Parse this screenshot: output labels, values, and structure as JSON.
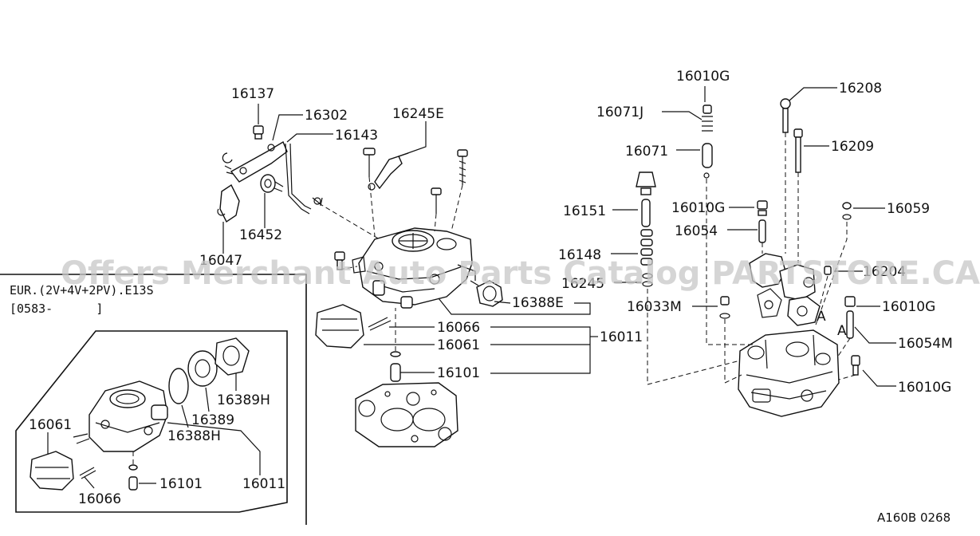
{
  "watermark": "Offers Merchant Auto Parts Catalog PARTSTORE.CA",
  "diagram_code": "A160B 0268",
  "inset": {
    "spec": "EUR.(2V+4V+2PV).E13S",
    "date_range": "[0583-      ]"
  },
  "callouts": {
    "c16137": "16137",
    "c16302": "16302",
    "c16143": "16143",
    "c16245e": "16245E",
    "c16452": "16452",
    "c16047": "16047",
    "c16388e": "16388E",
    "c16066": "16066",
    "c16061": "16061",
    "c16011": "16011",
    "c16101": "16101",
    "c16010g_top": "16010G",
    "c16071j": "16071J",
    "c16071": "16071",
    "c16151": "16151",
    "c16010g_mid": "16010G",
    "c16054": "16054",
    "c16148": "16148",
    "c16245": "16245",
    "c16033m": "16033M",
    "c16208": "16208",
    "c16209": "16209",
    "c16059": "16059",
    "c16204": "16204",
    "c16010g_right": "16010G",
    "c16054m": "16054M",
    "c16010g_bottom": "16010G",
    "marker_a1": "A",
    "marker_a2": "A",
    "i16061": "16061",
    "i16389h": "16389H",
    "i16389": "16389",
    "i16388h": "16388H",
    "i16101": "16101",
    "i16066": "16066",
    "i16011": "16011"
  }
}
